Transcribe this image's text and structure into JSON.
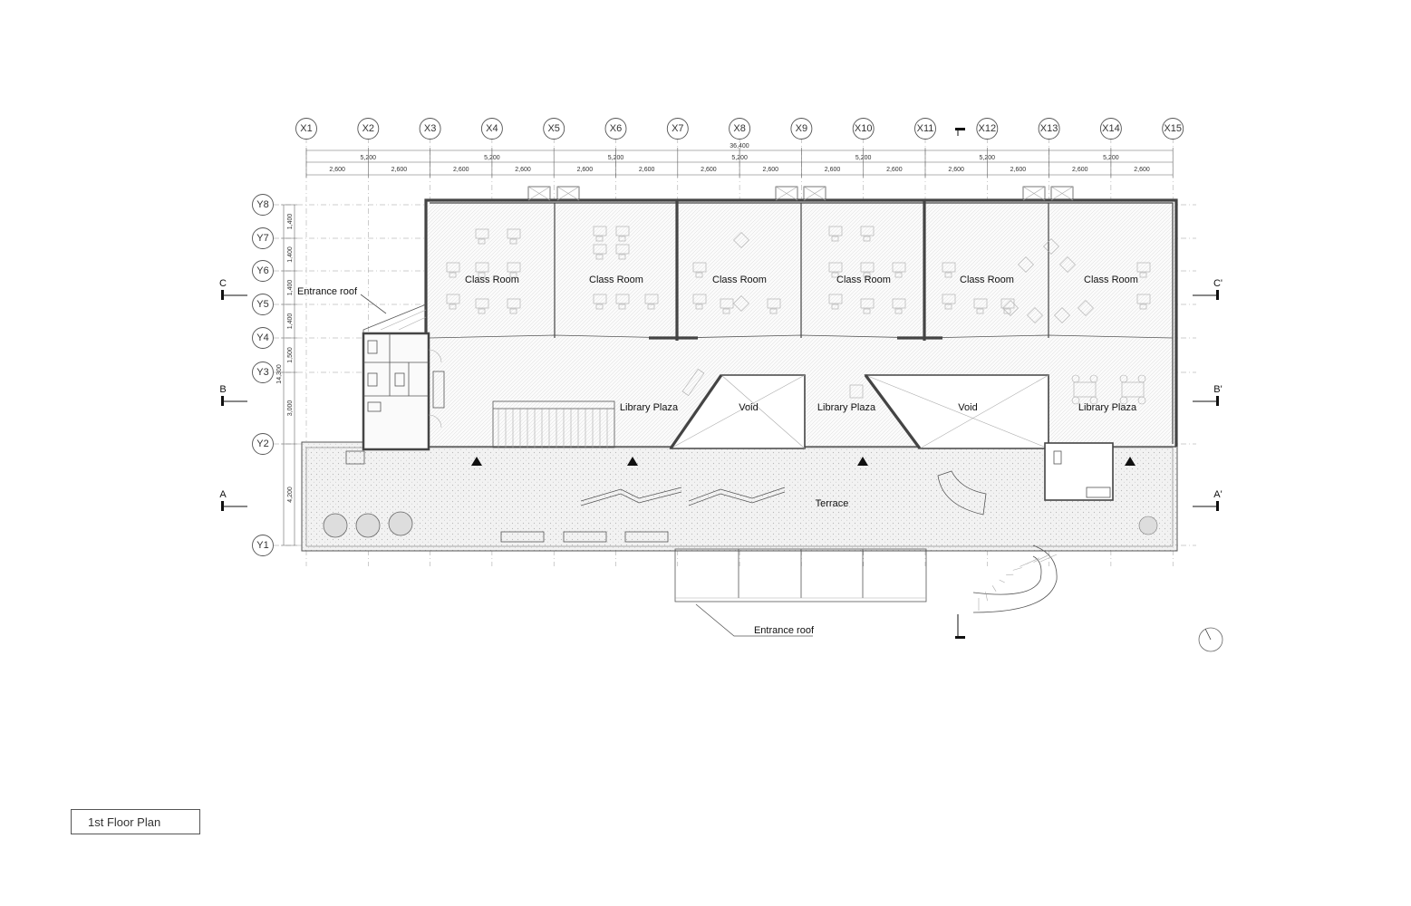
{
  "drawing_title": "1st Floor Plan",
  "grid_x_labels": [
    "X1",
    "X2",
    "X3",
    "X4",
    "X5",
    "X6",
    "X7",
    "X8",
    "X9",
    "X10",
    "X11",
    "X12",
    "X13",
    "X14",
    "X15"
  ],
  "grid_y_labels": [
    "Y8",
    "Y7",
    "Y6",
    "Y5",
    "Y4",
    "Y3",
    "Y2",
    "Y1"
  ],
  "dimensions": {
    "overall": "36,400",
    "bay": "5,200",
    "half_bay": "2,600",
    "y_overall": "14,300",
    "y_segments": [
      "1,400",
      "1,400",
      "1,400",
      "1,400",
      "1,500",
      "3,000",
      "4,200"
    ]
  },
  "section_markers": {
    "left": [
      "C",
      "B",
      "A"
    ],
    "right": [
      "C'",
      "B'",
      "A'"
    ]
  },
  "rooms": {
    "class_room": "Class Room",
    "library_plaza": "Library Plaza",
    "void": "Void",
    "terrace": "Terrace",
    "entrance_roof": "Entrance roof"
  },
  "icons": {
    "entrance": "entrance-triangle-icon",
    "north": "north-arrow-icon"
  }
}
